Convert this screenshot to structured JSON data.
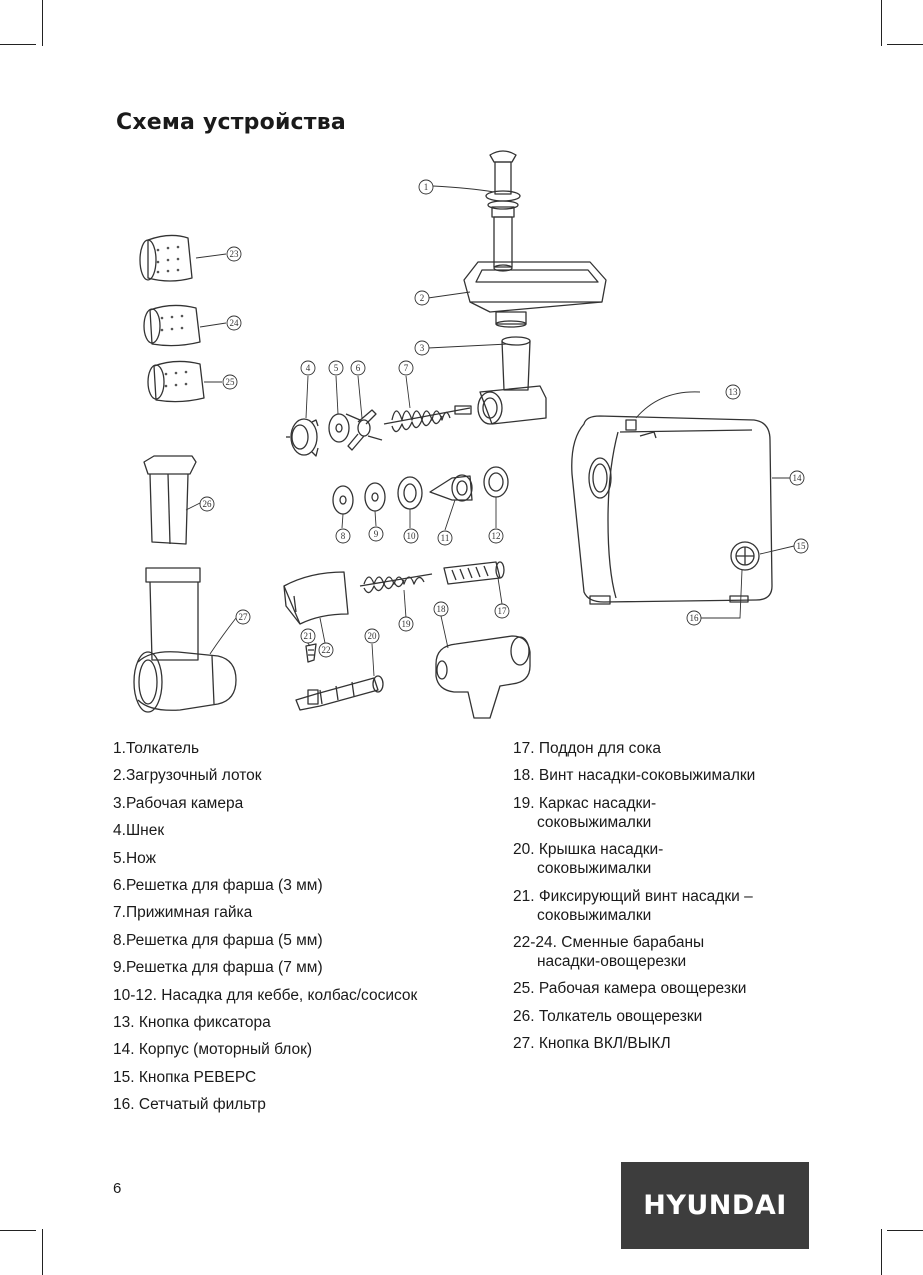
{
  "heading": "Схема устройства",
  "callouts": [
    "1",
    "2",
    "3",
    "4",
    "5",
    "6",
    "7",
    "8",
    "9",
    "10",
    "11",
    "12",
    "13",
    "14",
    "15",
    "16",
    "17",
    "18",
    "19",
    "20",
    "21",
    "22",
    "23",
    "24",
    "25",
    "26",
    "27"
  ],
  "legend_left": [
    {
      "num": "1.",
      "text": "Толкатель"
    },
    {
      "num": "2.",
      "text": "Загрузочный лоток"
    },
    {
      "num": "3.",
      "text": "Рабочая камера"
    },
    {
      "num": "4.",
      "text": "Шнек"
    },
    {
      "num": "5.",
      "text": "Нож"
    },
    {
      "num": "6.",
      "text": "Решетка для фарша (3 мм)"
    },
    {
      "num": "7.",
      "text": "Прижимная гайка"
    },
    {
      "num": "8.",
      "text": "Решетка для фарша (5 мм)"
    },
    {
      "num": "9.",
      "text": "Решетка для фарша (7 мм)"
    },
    {
      "num": "10-12.",
      "text": "Насадка для кеббе, колбас/сосисок"
    },
    {
      "num": "13.",
      "text": "Кнопка фиксатора"
    },
    {
      "num": "14.",
      "text": "Корпус (моторный блок)"
    },
    {
      "num": "15.",
      "text": "Кнопка РЕВЕРС"
    },
    {
      "num": "16.",
      "text": "Сетчатый фильтр"
    }
  ],
  "legend_right": [
    {
      "num": "17.",
      "text": "Поддон для сока",
      "cont": ""
    },
    {
      "num": "18.",
      "text": "Винт насадки-соковыжималки",
      "cont": ""
    },
    {
      "num": "19.",
      "text": "Каркас насадки-",
      "cont": "соковыжималки"
    },
    {
      "num": "20.",
      "text": "Крышка насадки-",
      "cont": "соковыжималки"
    },
    {
      "num": "21.",
      "text": "Фиксирующий винт насадки –",
      "cont": "соковыжималки"
    },
    {
      "num": "22-24.",
      "text": "Сменные барабаны",
      "cont": "насадки-овощерезки"
    },
    {
      "num": "25.",
      "text": "Рабочая камера овощерезки",
      "cont": ""
    },
    {
      "num": "26.",
      "text": "Толкатель овощерезки",
      "cont": ""
    },
    {
      "num": "27.",
      "text": "Кнопка ВКЛ/ВЫКЛ",
      "cont": ""
    }
  ],
  "page_number": "6",
  "brand": "HYUNDAI"
}
